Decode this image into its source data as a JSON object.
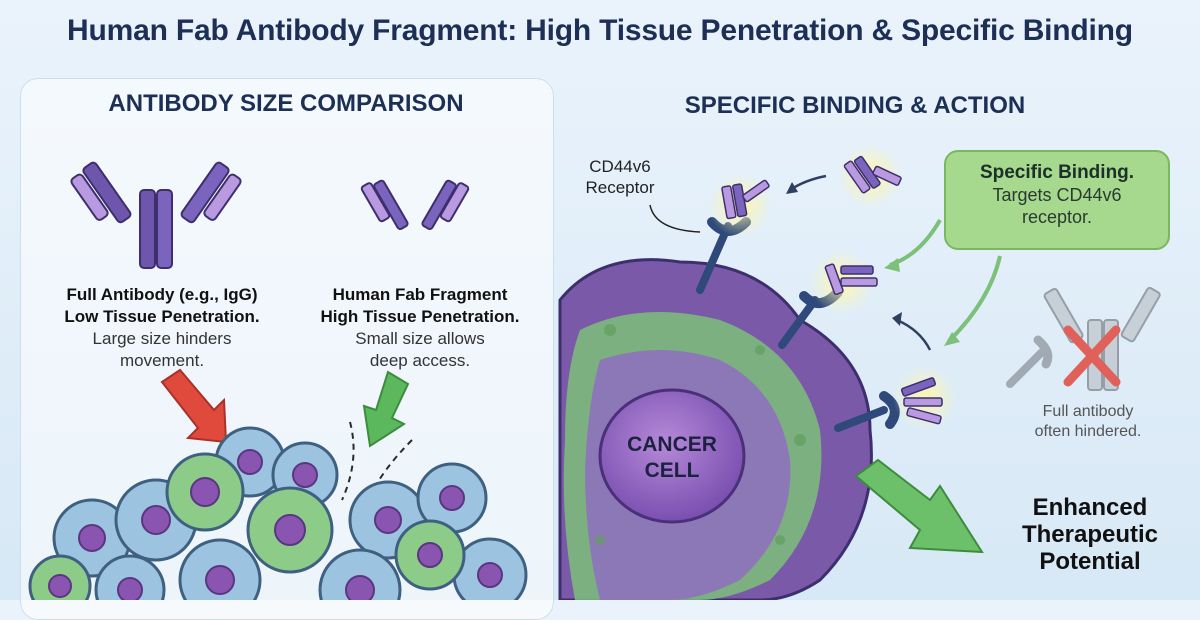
{
  "title": "Human Fab Antibody Fragment: High Tissue Penetration & Specific Binding",
  "left": {
    "heading": "ANTIBODY SIZE COMPARISON",
    "full": {
      "line1": "Full Antibody (e.g., IgG)",
      "line2": "Low Tissue Penetration.",
      "line3": "Large size hinders",
      "line4": "movement."
    },
    "fab": {
      "line1": "Human Fab Fragment",
      "line2": "High Tissue Penetration.",
      "line3": "Small size allows",
      "line4": "deep access."
    }
  },
  "right": {
    "heading": "SPECIFIC BINDING & ACTION",
    "receptor_line1": "CD44v6",
    "receptor_line2": "Receptor",
    "callout_title": "Specific Binding.",
    "callout_line1": "Targets CD44v6",
    "callout_line2": "receptor.",
    "cancer_line1": "CANCER",
    "cancer_line2": "CELL",
    "hindered_line1": "Full antibody",
    "hindered_line2": "often hindered.",
    "enhanced_line1": "Enhanced",
    "enhanced_line2": "Therapeutic",
    "enhanced_line3": "Potential"
  },
  "colors": {
    "antibody_purple": "#7b5cb8",
    "fab_light": "#b99ae0",
    "red_arrow": "#e04a3c",
    "green_arrow": "#5cb85c",
    "receptor_blue": "#2f4a7a",
    "cell_purple": "#7a5aa8",
    "cell_green": "#7cc07a",
    "tissue_blue": "#9cc3df"
  }
}
